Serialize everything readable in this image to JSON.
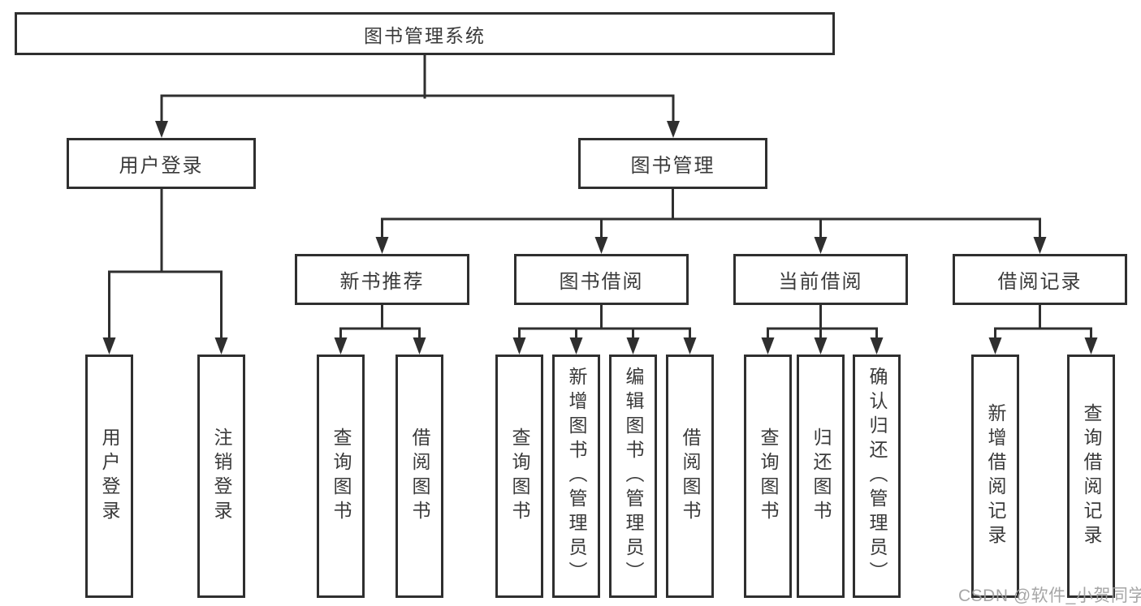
{
  "diagram": {
    "root": {
      "label": "图书管理系统"
    },
    "level1": [
      {
        "label": "用户登录",
        "children": [
          "用户登录",
          "注销登录"
        ]
      },
      {
        "label": "图书管理",
        "children": [
          {
            "label": "新书推荐",
            "children": [
              "查询图书",
              "借阅图书"
            ]
          },
          {
            "label": "图书借阅",
            "children": [
              "查询图书",
              "新增图书（管理员）",
              "编辑图书（管理员）",
              "借阅图书"
            ]
          },
          {
            "label": "当前借阅",
            "children": [
              "查询图书",
              "归还图书",
              "确认归还（管理员）"
            ]
          },
          {
            "label": "借阅记录",
            "children": [
              "新增借阅记录",
              "查询借阅记录"
            ]
          }
        ]
      }
    ]
  },
  "watermark": "CSDN @软件_小贺同学",
  "colors": {
    "line": "#2f2f2f",
    "box_border": "#2f2f2f",
    "text": "#3a3a3a",
    "watermark": "#9e9e9e",
    "background": "#ffffff"
  }
}
